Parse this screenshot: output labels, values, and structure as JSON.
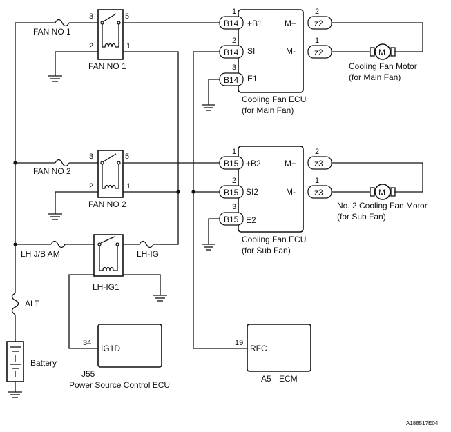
{
  "fuses": {
    "fan_no1": "FAN NO 1",
    "fan_no2": "FAN NO 2",
    "lh_jb_am": "LH J/B AM",
    "lh_ig": "LH-IG",
    "alt": "ALT"
  },
  "relays": {
    "fan_no1": "FAN NO 1",
    "fan_no2": "FAN NO 2",
    "lh_ig1": "LH-IG1"
  },
  "relay_pins": {
    "p3": "3",
    "p5": "5",
    "p2": "2",
    "p1": "1"
  },
  "battery": "Battery",
  "main_ecu": {
    "name": "Cooling Fan ECU",
    "sub": "(for Main Fan)",
    "pins": [
      "+B1",
      "SI",
      "E1",
      "M+",
      "M-"
    ],
    "pin_nums": [
      "1",
      "2",
      "3",
      "2",
      "1"
    ],
    "connector_left": "B14",
    "connector_right": "z2"
  },
  "sub_ecu": {
    "name": "Cooling Fan ECU",
    "sub": "(for Sub Fan)",
    "pins": [
      "+B2",
      "SI2",
      "E2",
      "M+",
      "M-"
    ],
    "pin_nums": [
      "1",
      "2",
      "3",
      "2",
      "1"
    ],
    "connector_left": "B15",
    "connector_right": "z3"
  },
  "main_motor": {
    "symbol": "M",
    "name": "Cooling Fan Motor",
    "sub": "(for Main Fan)"
  },
  "sub_motor": {
    "symbol": "M",
    "name": "No. 2 Cooling Fan Motor",
    "sub": "(for Sub Fan)"
  },
  "power_ecu": {
    "code": "J55",
    "name": "Power Source Control ECU",
    "pin": "IG1D",
    "pin_num": "34"
  },
  "ecm": {
    "code": "A5",
    "name": "ECM",
    "pin": "RFC",
    "pin_num": "19"
  },
  "figure_id": "A188517E04"
}
